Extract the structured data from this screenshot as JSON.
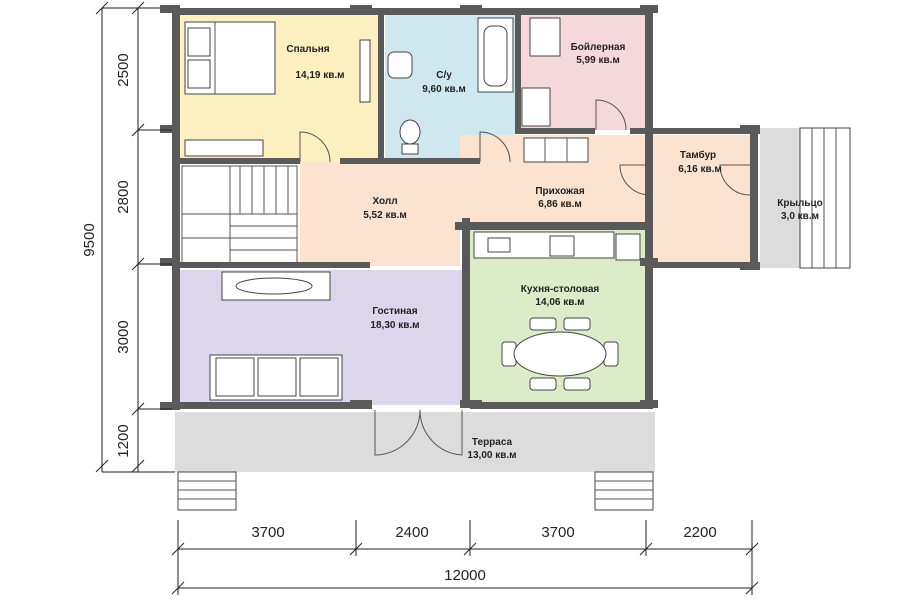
{
  "plan": {
    "rooms": [
      {
        "id": "bedroom",
        "name": "Спальня",
        "area": "14,19 кв.м",
        "color": "#fcefc0"
      },
      {
        "id": "bathroom",
        "name": "С/у",
        "area": "9,60 кв.м",
        "color": "#cfe8f0"
      },
      {
        "id": "boiler",
        "name": "Бойлерная",
        "area": "5,99 кв.м",
        "color": "#f5d8dc"
      },
      {
        "id": "vestibule",
        "name": "Тамбур",
        "area": "6,16 кв.м",
        "color": "#fbe3d0"
      },
      {
        "id": "porch",
        "name": "Крыльцо",
        "area": "3,0 кв.м",
        "color": "#dcdcdc"
      },
      {
        "id": "hall",
        "name": "Холл",
        "area": "5,52 кв.м",
        "color": "#fbe3d0"
      },
      {
        "id": "entry",
        "name": "Прихожая",
        "area": "6,86 кв.м",
        "color": "#fbe3d0"
      },
      {
        "id": "living",
        "name": "Гостиная",
        "area": "18,30 кв.м",
        "color": "#dcd6ec"
      },
      {
        "id": "kitchen",
        "name": "Кухня-столовая",
        "area": "14,06 кв.м",
        "color": "#dcecc8"
      },
      {
        "id": "terrace",
        "name": "Терраса",
        "area": "13,00 кв.м",
        "color": "#dcdcdc"
      }
    ],
    "dimensions": {
      "vertical_total": "9500",
      "vertical": [
        "2500",
        "2800",
        "3000",
        "1200"
      ],
      "horizontal": [
        "3700",
        "2400",
        "3700",
        "2200"
      ],
      "horizontal_total": "12000"
    },
    "colors": {
      "wall": "#5a5a5a",
      "line": "#222222"
    }
  }
}
